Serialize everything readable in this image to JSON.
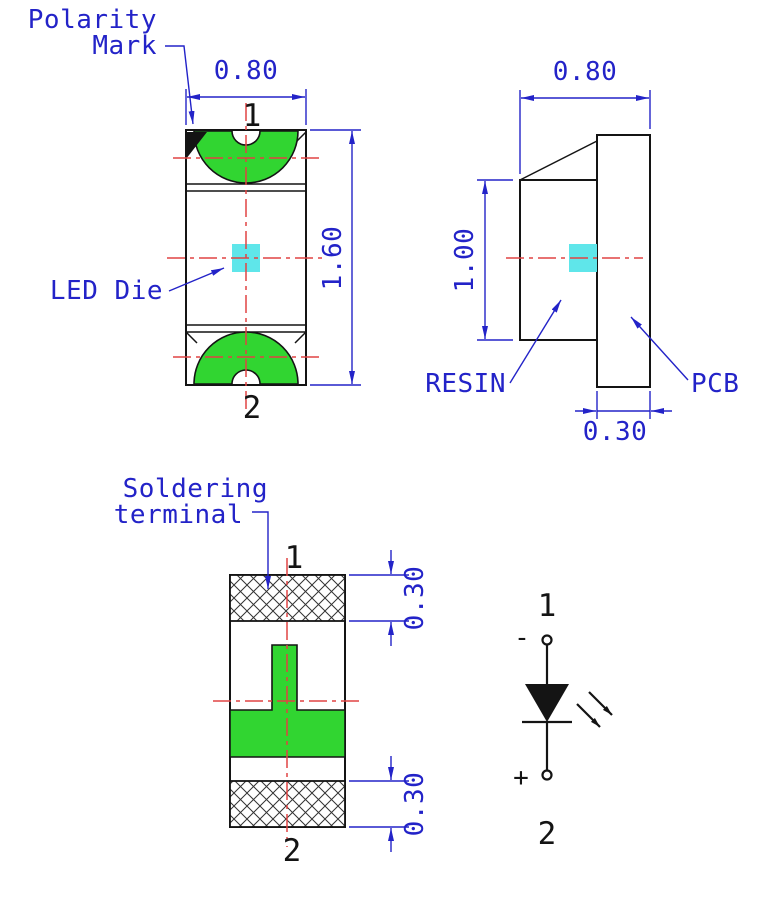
{
  "colors": {
    "dimension": "#2323c8",
    "electrode": "#31d531",
    "die": "#5fe6ea",
    "centerline": "#e04343",
    "ink": "#141414"
  },
  "front_view": {
    "polarity_label": {
      "line1": "Polarity",
      "line2": "Mark"
    },
    "led_die_label": "LED Die",
    "width_dim": "0.80",
    "height_dim": "1.60",
    "pin_top": "1",
    "pin_bottom": "2"
  },
  "side_view": {
    "width_dim": "0.80",
    "height_dim": "1.00",
    "pcb_thickness_dim": "0.30",
    "resin_label": "RESIN",
    "pcb_label": "PCB"
  },
  "bottom_view": {
    "soldering_label": {
      "line1": "Soldering",
      "line2": "terminal"
    },
    "terminal_top_dim": "0.30",
    "terminal_bottom_dim": "0.30",
    "pin_top": "1",
    "pin_bottom": "2"
  },
  "schematic": {
    "pin_top": "1",
    "pin_bottom": "2",
    "minus_sign": "-",
    "plus_sign": "+"
  }
}
